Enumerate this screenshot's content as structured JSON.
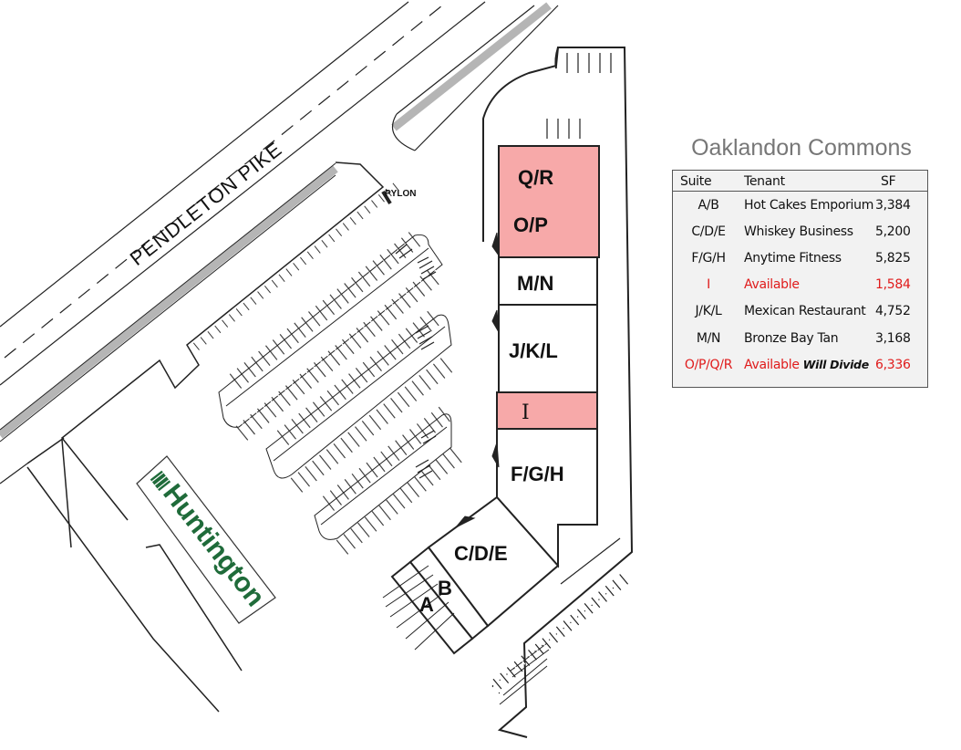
{
  "property_name": "Oaklandon Commons",
  "road_name": "PENDLETON PIKE",
  "pylon_label": "PYLON",
  "bank_name": "Huntington",
  "colors": {
    "available": "#f7a9a9",
    "available_text": "#e01b1b",
    "bank_green": "#1f6b3a",
    "road_median": "#b5b5b5"
  },
  "suite_labels": {
    "qr": "Q/R",
    "op": "O/P",
    "mn": "M/N",
    "jkl": "J/K/L",
    "i": "I",
    "fgh": "F/G/H",
    "cde": "C/D/E",
    "b": "B",
    "a": "A"
  },
  "table": {
    "headers": {
      "suite": "Suite",
      "tenant": "Tenant",
      "sf": "SF"
    },
    "rows": [
      {
        "suite": "A/B",
        "tenant": "Hot Cakes Emporium",
        "note": "",
        "sf": "3,384",
        "available": false
      },
      {
        "suite": "C/D/E",
        "tenant": "Whiskey Business",
        "note": "",
        "sf": "5,200",
        "available": false
      },
      {
        "suite": "F/G/H",
        "tenant": "Anytime Fitness",
        "note": "",
        "sf": "5,825",
        "available": false
      },
      {
        "suite": "I",
        "tenant": "Available",
        "note": "",
        "sf": "1,584",
        "available": true
      },
      {
        "suite": "J/K/L",
        "tenant": "Mexican Restaurant",
        "note": "",
        "sf": "4,752",
        "available": false
      },
      {
        "suite": "M/N",
        "tenant": "Bronze Bay Tan",
        "note": "",
        "sf": "3,168",
        "available": false
      },
      {
        "suite": "O/P/Q/R",
        "tenant": "Available",
        "note": "Will Divide",
        "sf": "6,336",
        "available": true
      }
    ]
  }
}
